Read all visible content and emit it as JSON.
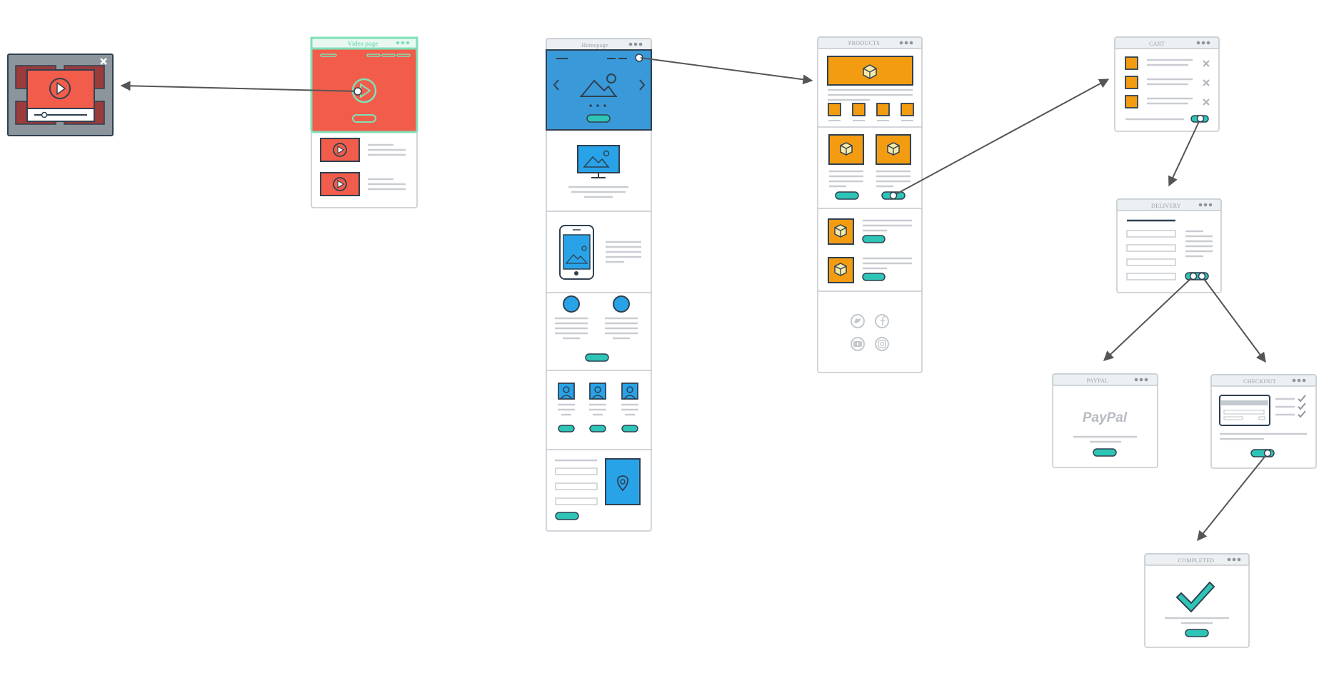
{
  "colors": {
    "outline": "#b9bec4",
    "dark": "#2f4050",
    "line": "#c9cdd2",
    "teal": "#2ec4b6",
    "orange": "#f39c12",
    "blue": "#29a3e8",
    "red": "#f25c4a",
    "slate": "#8c949c",
    "green_frame": "#7fe0b8",
    "arrow": "#555555"
  },
  "screens": {
    "videopage": {
      "title": "Video page"
    },
    "homepage": {
      "title": "Homepage"
    },
    "products": {
      "title": "PRODUCTS"
    },
    "cart": {
      "title": "CART"
    },
    "delivery": {
      "title": "DELIVERY"
    },
    "paypal": {
      "title": "PAYPAL",
      "logo_text": "PayPal"
    },
    "checkout": {
      "title": "CHECKOUT"
    },
    "completed": {
      "title": "COMPLETED"
    }
  },
  "icons": {
    "play": "play-icon",
    "image": "image-icon",
    "box": "box-icon",
    "close": "close-icon",
    "check": "check-icon",
    "map_pin": "map-pin-icon",
    "user": "user-icon",
    "twitter": "twitter-icon",
    "facebook": "facebook-icon",
    "youtube": "youtube-icon",
    "instagram": "instagram-icon"
  }
}
